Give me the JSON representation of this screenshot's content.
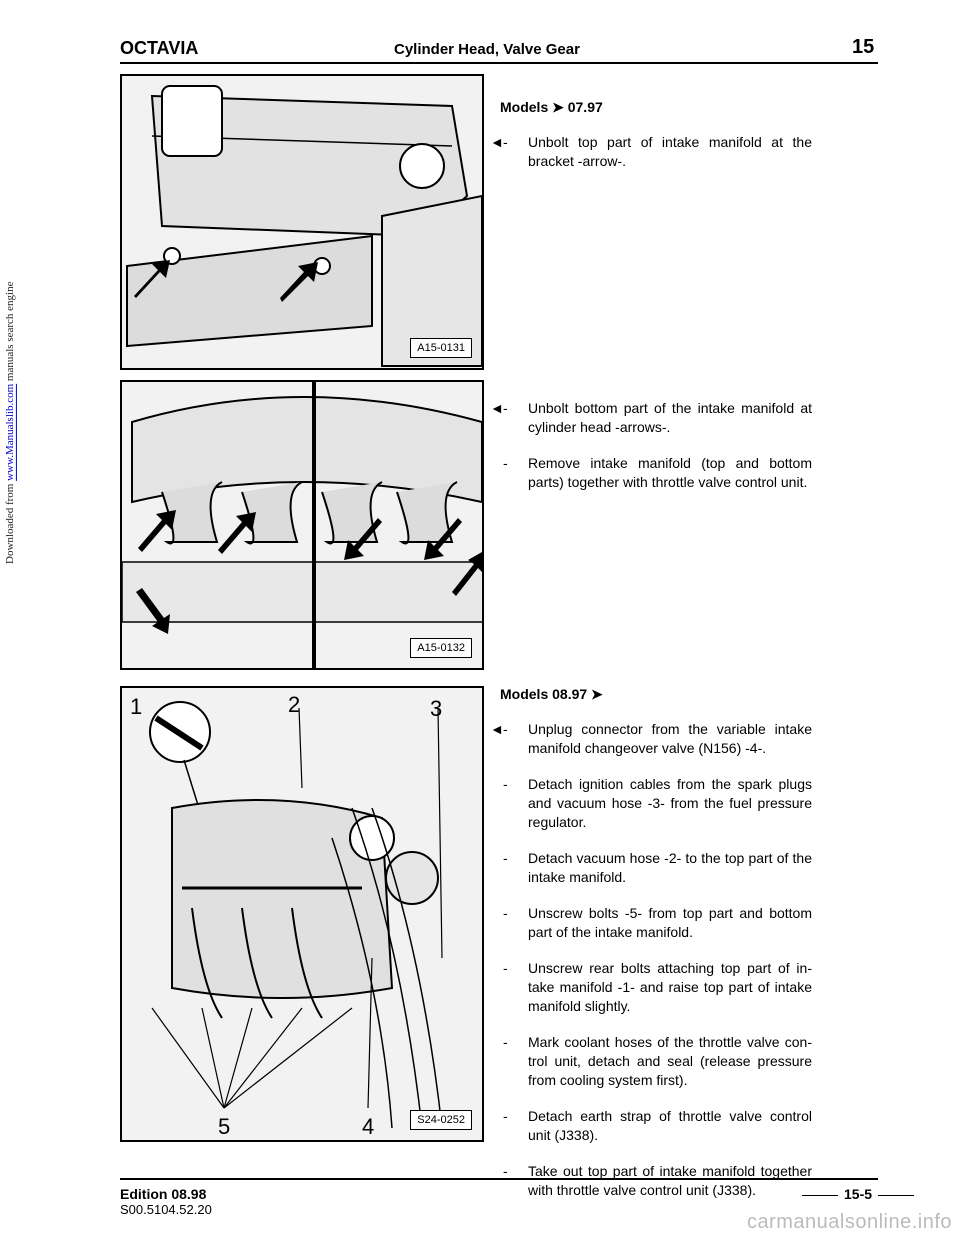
{
  "download_note": {
    "prefix": "Downloaded from ",
    "link": "www.Manualslib.com",
    "suffix": " manuals search engine"
  },
  "header": {
    "model": "OCTAVIA",
    "section": "Cylinder Head, Valve Gear",
    "chapter": "15"
  },
  "figures": [
    {
      "id": "A15-0131"
    },
    {
      "id": "A15-0132"
    },
    {
      "id": "S24-0252",
      "callouts": [
        "1",
        "2",
        "3",
        "4",
        "5"
      ]
    }
  ],
  "block1": {
    "heading": "Models ➤ 07.97",
    "steps": [
      {
        "pointer": "◄",
        "dash": "-",
        "text": "Unbolt top part of intake manifold at the bracket -arrow-."
      }
    ]
  },
  "block2": {
    "steps": [
      {
        "pointer": "◄",
        "dash": "-",
        "text": "Unbolt bottom part of the intake manifold at cylinder head -arrows-."
      },
      {
        "pointer": "",
        "dash": "-",
        "text": "Remove intake manifold (top and bottom parts) together with throttle valve control unit."
      }
    ]
  },
  "block3": {
    "heading": "Models 08.97 ➤",
    "steps": [
      {
        "pointer": "◄",
        "dash": "-",
        "text": "Unplug connector from the variable intake manifold changeover valve (N156) -4-."
      },
      {
        "pointer": "",
        "dash": "-",
        "text": "Detach ignition cables from the spark plugs and vacuum hose -3- from the fuel pressure regulator."
      },
      {
        "pointer": "",
        "dash": "-",
        "text": "Detach vacuum hose -2- to the top part of the intake manifold."
      },
      {
        "pointer": "",
        "dash": "-",
        "text": "Unscrew bolts -5- from top part and bottom part of the intake manifold."
      },
      {
        "pointer": "",
        "dash": "-",
        "text": "Unscrew rear bolts attaching top part of in-take manifold -1- and raise top part of intake manifold slightly."
      },
      {
        "pointer": "",
        "dash": "-",
        "text": "Mark coolant hoses of the throttle valve con-trol unit, detach and seal (release pressure from cooling system first)."
      },
      {
        "pointer": "",
        "dash": "-",
        "text": "Detach earth strap of throttle valve control unit (J338)."
      },
      {
        "pointer": "",
        "dash": "-",
        "text": "Take out top part of intake manifold together with throttle valve control unit (J338)."
      }
    ]
  },
  "footer": {
    "edition": "Edition 08.98",
    "doc_number": "S00.5104.52.20",
    "page": "15-5"
  },
  "watermark": "carmanualsonline.info"
}
